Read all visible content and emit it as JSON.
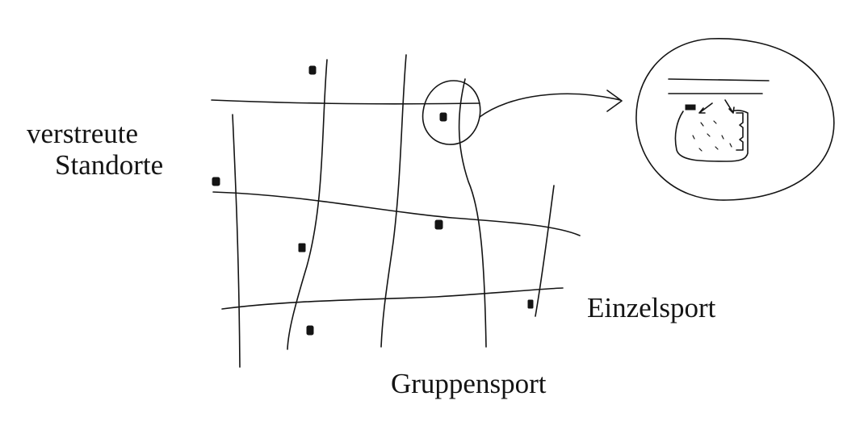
{
  "diagram": {
    "labels": {
      "scattered_sites_line1": "verstreute",
      "scattered_sites_line2": "Standorte",
      "individual_sport": "Einzelsport",
      "group_sport": "Gruppensport"
    },
    "colors": {
      "ink": "#141414",
      "background": "#ffffff"
    }
  }
}
